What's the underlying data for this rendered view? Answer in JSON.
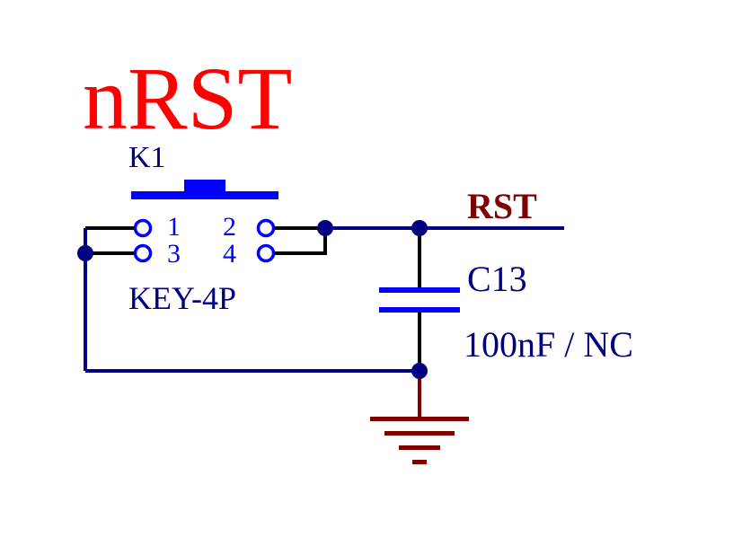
{
  "title": "nRST",
  "switch": {
    "designator": "K1",
    "part": "KEY-4P",
    "pins": [
      "1",
      "2",
      "3",
      "4"
    ]
  },
  "capacitor": {
    "designator": "C13",
    "value": "100nF / NC"
  },
  "net_label": "RST",
  "colors": {
    "title": "#ff0000",
    "wire": "#000080",
    "text": "#000080",
    "pin_text": "#0000ff",
    "component": "#0000ff",
    "net_label": "#800000",
    "ground": "#800000",
    "lead": "#000000",
    "junction": "#000080"
  }
}
